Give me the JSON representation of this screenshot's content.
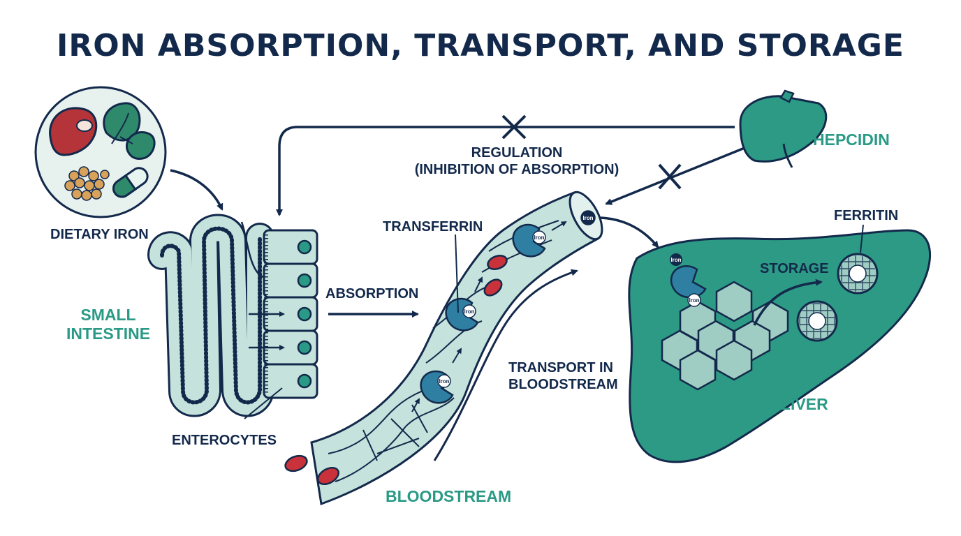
{
  "title": "IRON ABSORPTION, TRANSPORT, AND STORAGE",
  "labels": {
    "dietary_iron": "DIETARY IRON",
    "small_intestine_1": "SMALL",
    "small_intestine_2": "INTESTINE",
    "enterocytes": "ENTEROCYTES",
    "absorption": "ABSORPTION",
    "transferrin": "TRANSFERRIN",
    "regulation_1": "REGULATION",
    "regulation_2": "(INHIBITION OF ABSORPTION)",
    "hepcidin": "HEPCIDIN",
    "transport_1": "TRANSPORT IN",
    "transport_2": "BLOODSTREAM",
    "bloodstream": "BLOODSTREAM",
    "ferritin": "FERRITIN",
    "storage": "STORAGE",
    "liver": "LIVER",
    "iron_tag": "Iron"
  },
  "colors": {
    "navy": "#13294b",
    "teal": "#2a9a86",
    "liver_fill": "#2c9a84",
    "tissue": "#c5e2dc",
    "red_cell": "#c9323a",
    "protein": "#2f7fa3"
  }
}
